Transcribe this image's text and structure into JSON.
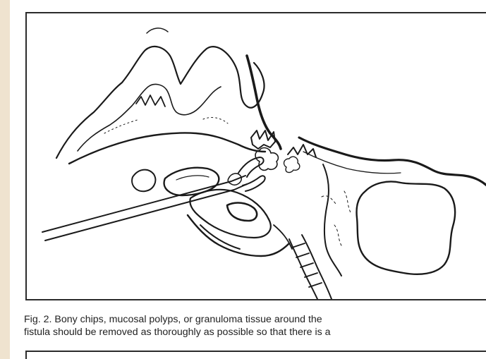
{
  "figure": {
    "illustration": "pen-and-ink anatomical drawing of endoscopic forceps removing bony chips and polyps near a fistula"
  },
  "caption": {
    "line1": "Fig. 2.  Bony chips, mucosal polyps, or granuloma tissue around the",
    "line2": "fistula should be removed as thoroughly as possible so that there is a"
  },
  "colors": {
    "background": "#efe3cf",
    "page": "#ffffff",
    "ink": "#1a1a1a"
  }
}
